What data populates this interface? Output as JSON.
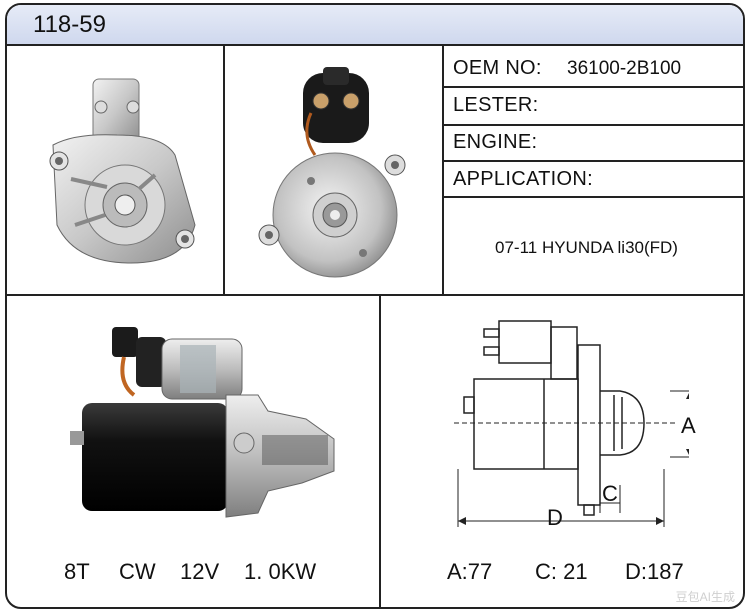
{
  "header": {
    "title": "118-59"
  },
  "specs": {
    "oem": {
      "label": "OEM NO:",
      "value": "36100-2B100"
    },
    "lester": {
      "label": "LESTER:",
      "value": ""
    },
    "engine": {
      "label": "ENGINE:",
      "value": ""
    },
    "application": {
      "label": "APPLICATION:",
      "value": "07-11 HYUNDA li30(FD)"
    }
  },
  "electrical": {
    "teeth": "8T",
    "rotation": "CW",
    "voltage": "12V",
    "power": "1. 0KW"
  },
  "diagram": {
    "label_a": "A",
    "label_c": "C",
    "label_d": "D"
  },
  "dimensions": {
    "a": "A:77",
    "c": "C: 21",
    "d": "D:187"
  },
  "watermark": "豆包AI生成"
}
